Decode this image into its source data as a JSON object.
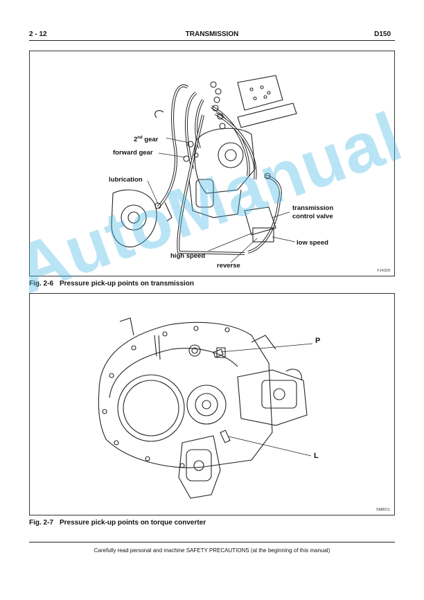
{
  "header": {
    "page_number": "2 - 12",
    "section": "TRANSMISSION",
    "model": "D150"
  },
  "figure1": {
    "labels": {
      "second_gear_main": "2",
      "second_gear_sup": "nd",
      "second_gear_rest": " gear",
      "forward_gear": "forward gear",
      "lubrication": "lubrication",
      "transmission_control_valve_line1": "transmission",
      "transmission_control_valve_line2": "control valve",
      "low_speed": "low speed",
      "high_speed": "high speed",
      "reverse": "reverse"
    },
    "code": "F14329",
    "caption_number": "Fig. 2-6",
    "caption_text": "Pressure pick-up points on transmission"
  },
  "figure2": {
    "labels": {
      "p": "P",
      "l": "L"
    },
    "code": "SM8011",
    "caption_number": "Fig. 2-7",
    "caption_text": "Pressure pick-up points on torque converter"
  },
  "watermark": "AutoManual",
  "footer": "Carefully read personal and machine SAFETY PRECAUTIONS (at the beginning of this manual)",
  "colors": {
    "watermark": "#46b9e6"
  }
}
